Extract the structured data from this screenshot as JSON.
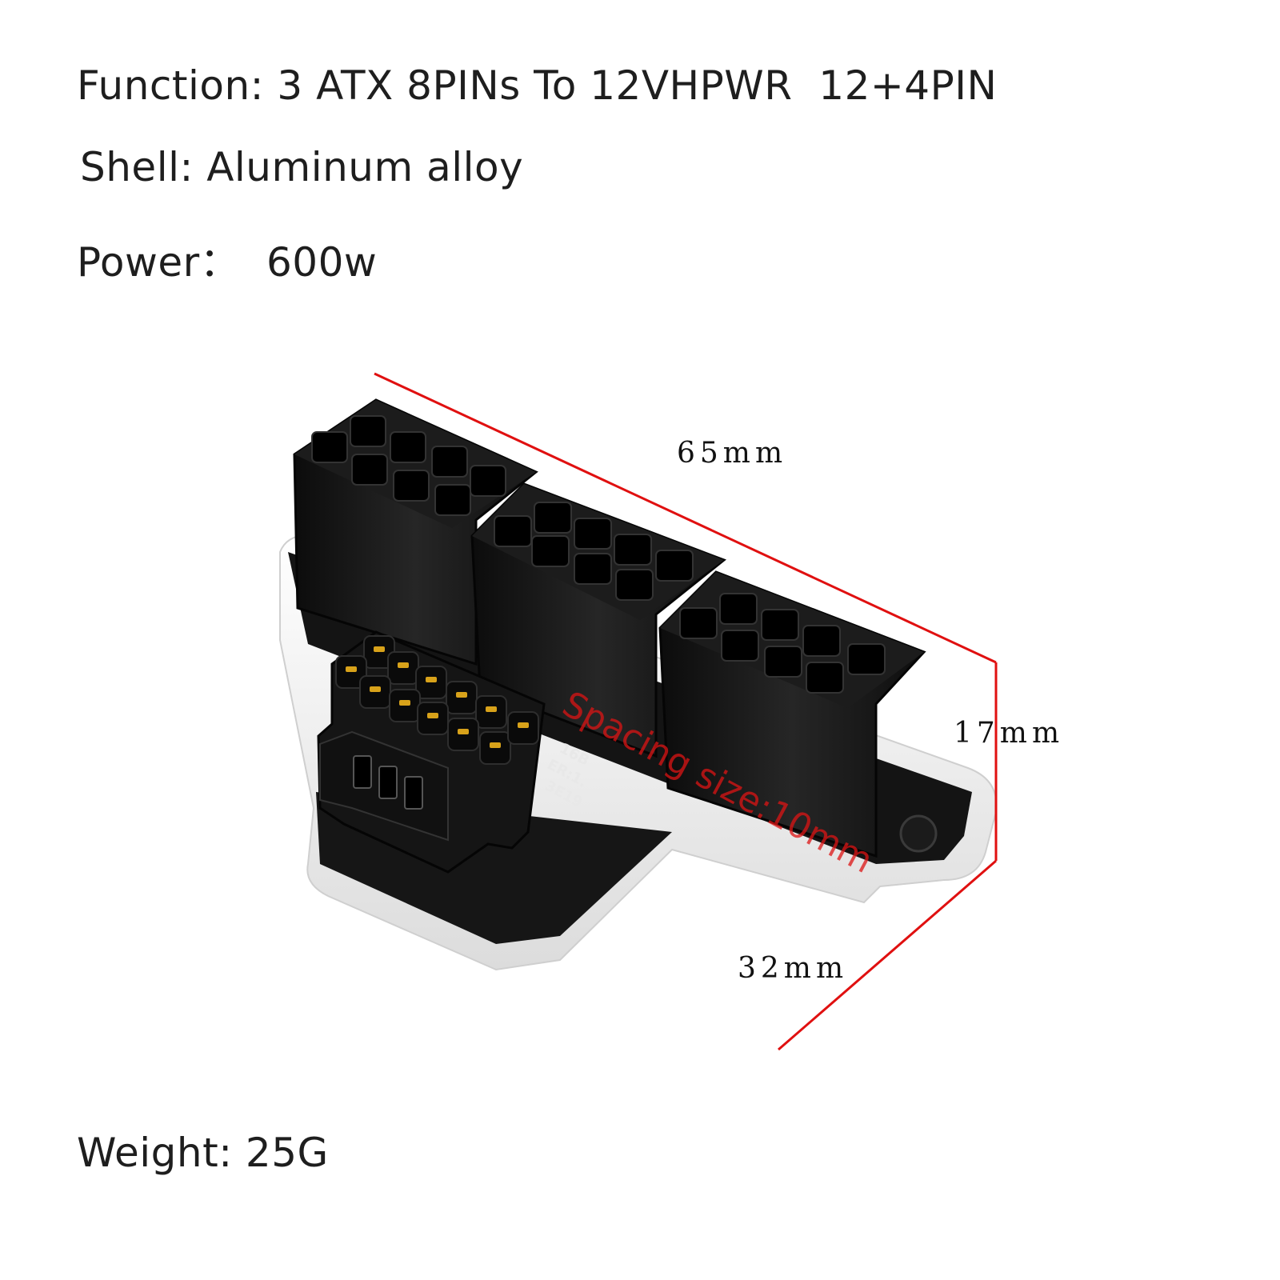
{
  "specs": {
    "function": "Function: 3 ATX 8PINs To 12VHPWR  12+4PIN",
    "shell": "Shell: Aluminum alloy",
    "power": "Power：  600w",
    "weight": "Weight: 25G"
  },
  "dimensions": {
    "length": "65mm",
    "height": "17mm",
    "depth": "32mm",
    "spacing": "Spacing size:10mm"
  },
  "pcb_print": {
    "line1": "16B",
    "line2": "ER:1.",
    "line3": "3E19"
  },
  "colors": {
    "dimension_line": "#e01010",
    "connector": "#141414",
    "shell": "#f2f2f2",
    "pin": "#d8a21a"
  }
}
